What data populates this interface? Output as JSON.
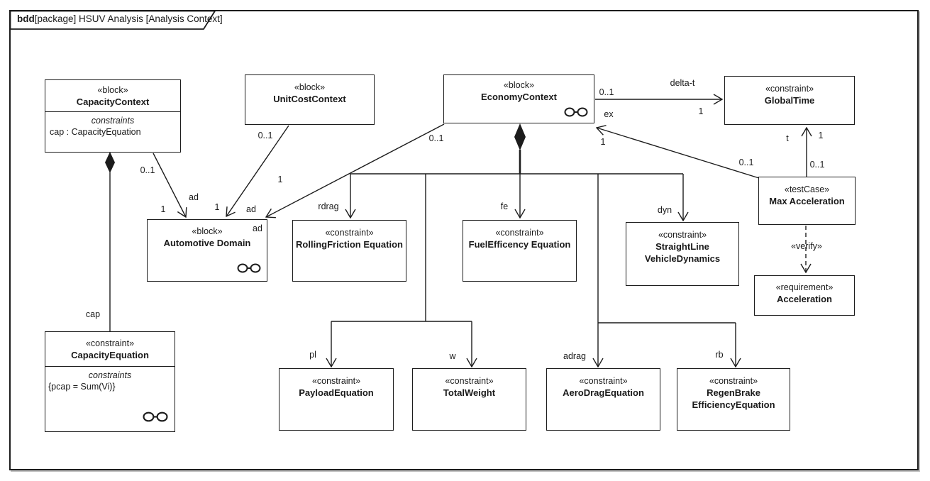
{
  "frame": {
    "keyword": "bdd",
    "title": "[package] HSUV Analysis [Analysis Context]"
  },
  "nodes": {
    "capacity_context": {
      "stereotype": "«block»",
      "name": "CapacityContext",
      "compartment_label": "constraints",
      "constraint_item": "cap : CapacityEquation"
    },
    "unit_cost_context": {
      "stereotype": "«block»",
      "name": "UnitCostContext"
    },
    "economy_context": {
      "stereotype": "«block»",
      "name": "EconomyContext",
      "icon": "linked-circles"
    },
    "global_time": {
      "stereotype": "«constraint»",
      "name": "GlobalTime"
    },
    "automotive_domain": {
      "stereotype": "«block»",
      "name": "Automotive Domain",
      "icon": "linked-circles"
    },
    "rolling_friction": {
      "stereotype": "«constraint»",
      "name": "RollingFriction Equation"
    },
    "fuel_efficency": {
      "stereotype": "«constraint»",
      "name": "FuelEfficency Equation"
    },
    "straightline_dynamics": {
      "stereotype": "«constraint»",
      "name": "StraightLine VehicleDynamics"
    },
    "max_acceleration": {
      "stereotype": "«testCase»",
      "name": "Max Acceleration"
    },
    "acceleration": {
      "stereotype": "«requirement»",
      "name": "Acceleration"
    },
    "capacity_equation": {
      "stereotype": "«constraint»",
      "name": "CapacityEquation",
      "compartment_label": "constraints",
      "constraint_item": "{pcap = Sum(Vi)}",
      "icon": "linked-circles"
    },
    "payload_equation": {
      "stereotype": "«constraint»",
      "name": "PayloadEquation"
    },
    "total_weight": {
      "stereotype": "«constraint»",
      "name": "TotalWeight"
    },
    "aero_drag": {
      "stereotype": "«constraint»",
      "name": "AeroDragEquation"
    },
    "regen_brake": {
      "stereotype": "«constraint»",
      "name": "RegenBrake EfficiencyEquation"
    }
  },
  "labels": {
    "ad": "ad",
    "cap": "cap",
    "rdrag": "rdrag",
    "fe": "fe",
    "dyn": "dyn",
    "pl": "pl",
    "w": "w",
    "adrag": "adrag",
    "rb": "rb",
    "delta_t": "delta-t",
    "ex": "ex",
    "t": "t",
    "verify": "«verify»",
    "one": "1",
    "zero_or_one": "0..1"
  },
  "colors": {
    "line": "#1c1c1c",
    "background": "#ffffff"
  }
}
